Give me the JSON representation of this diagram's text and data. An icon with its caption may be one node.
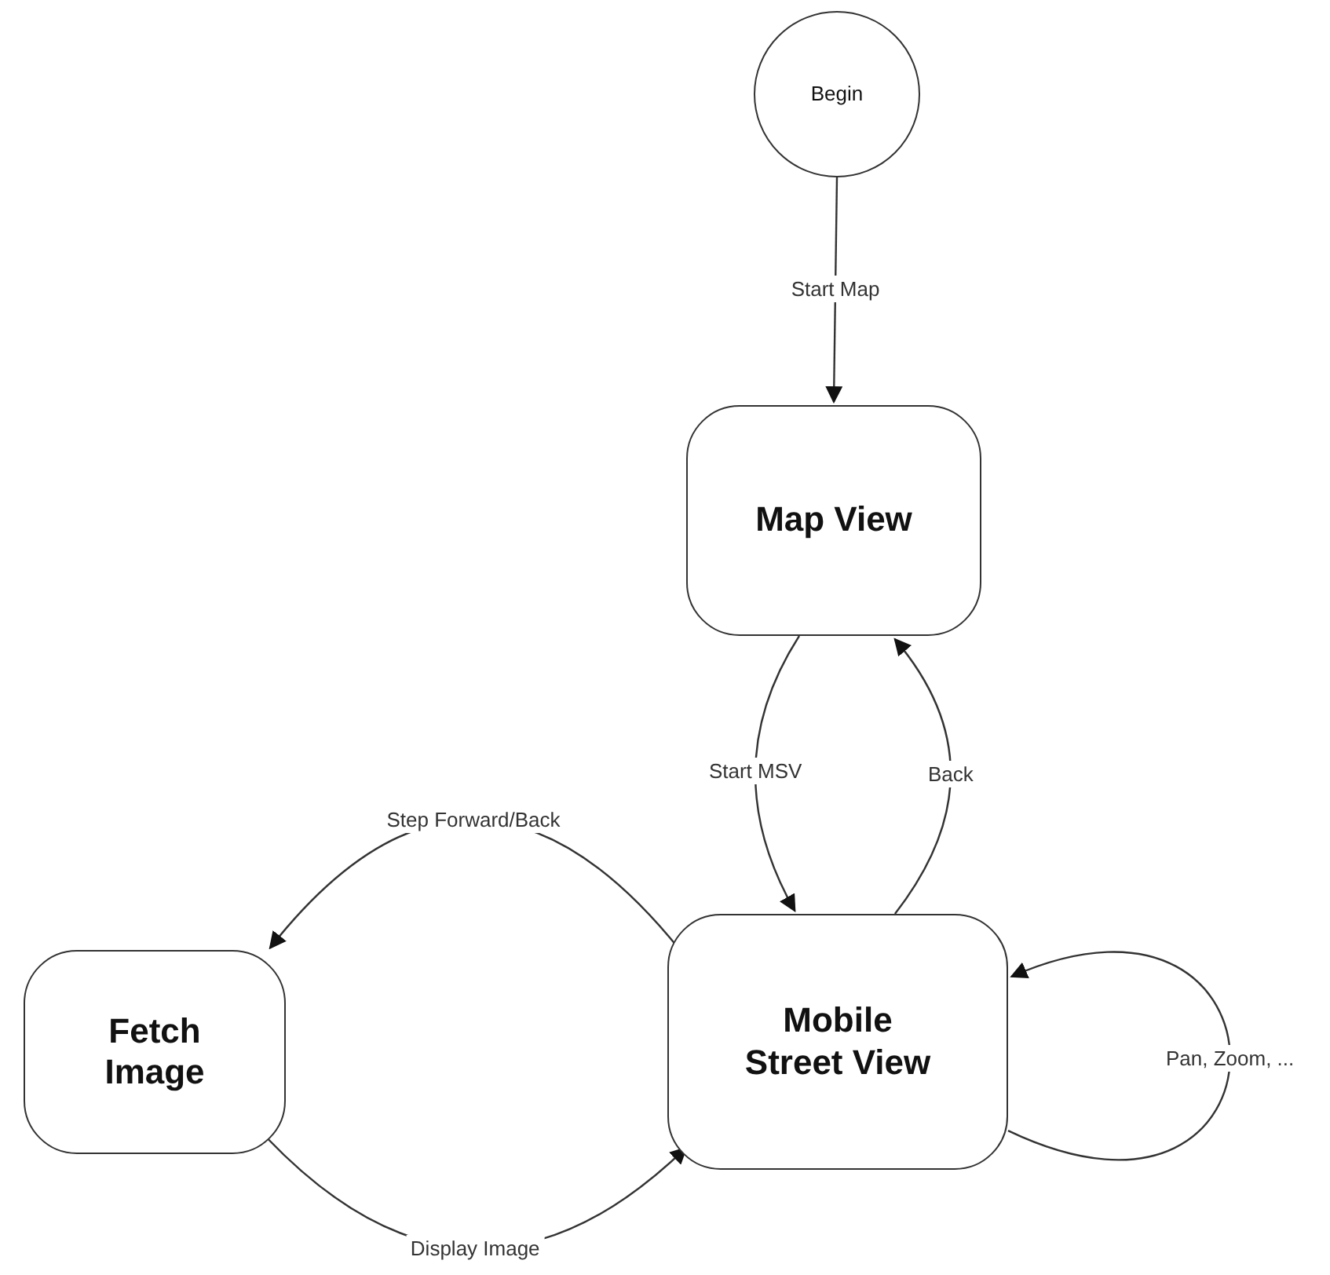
{
  "diagram": {
    "nodes": [
      {
        "text": [
          "Begin"
        ]
      },
      {
        "text": [
          "Map View"
        ]
      },
      {
        "text": [
          "Fetch Image"
        ]
      },
      {
        "text": [
          "Mobile Street View"
        ]
      }
    ],
    "edges": [
      {
        "from": 0,
        "to": 1,
        "arrow": "to",
        "label": "Start Map"
      },
      {
        "from": 1,
        "to": 3,
        "arrow": "to",
        "label": "Start MSV"
      },
      {
        "from": 3,
        "to": 1,
        "arrow": "to",
        "label": "Back"
      },
      {
        "from": 3,
        "to": 2,
        "arrow": "to",
        "label": "Step Forward/Back"
      },
      {
        "from": 2,
        "to": 3,
        "arrow": "to",
        "label": "Display Image"
      },
      {
        "from": 3,
        "to": 3,
        "arrow": "to",
        "label": "Pan, Zoom, ..."
      }
    ]
  }
}
